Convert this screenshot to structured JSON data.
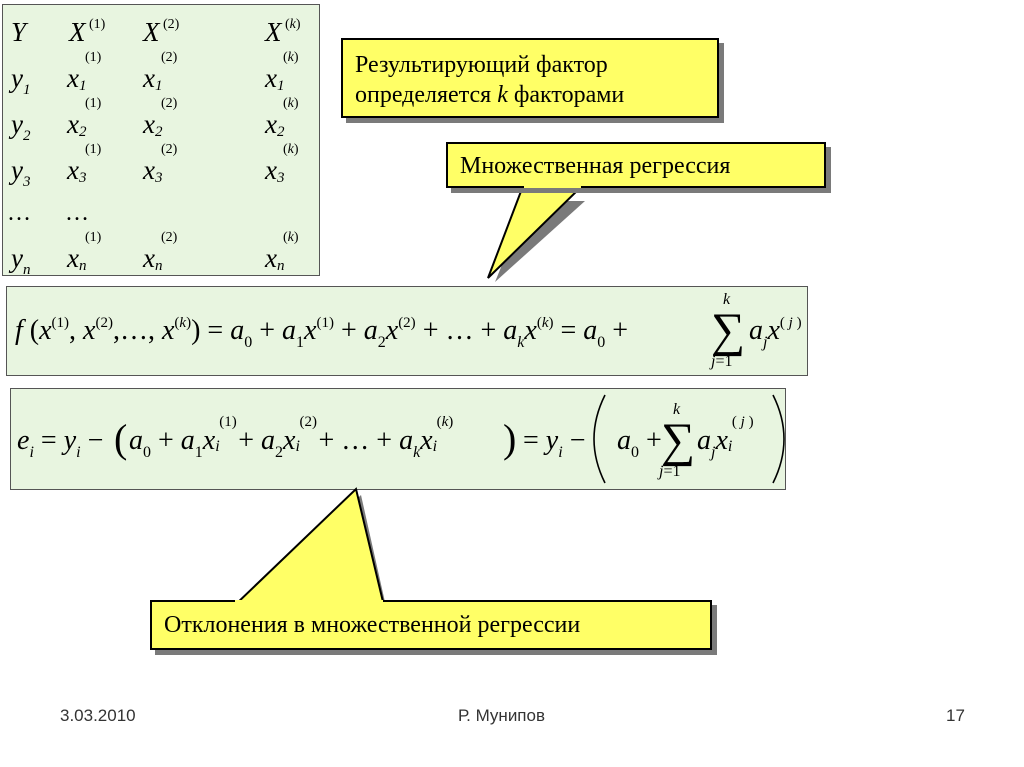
{
  "callouts": {
    "factor": {
      "line1": "Результирующий фактор",
      "line2_before": "определяется",
      "k": "k",
      "line2_after": "факторами"
    },
    "multiple_regression": "Множественная регрессия",
    "deviations": "Отклонения в множественной регрессии"
  },
  "footer": {
    "date": "3.03.2010",
    "author": "Р. Мунипов",
    "page_number": "17"
  },
  "colors": {
    "callout_fill": "#ffff66",
    "formula_fill": "#e8f5e0"
  }
}
